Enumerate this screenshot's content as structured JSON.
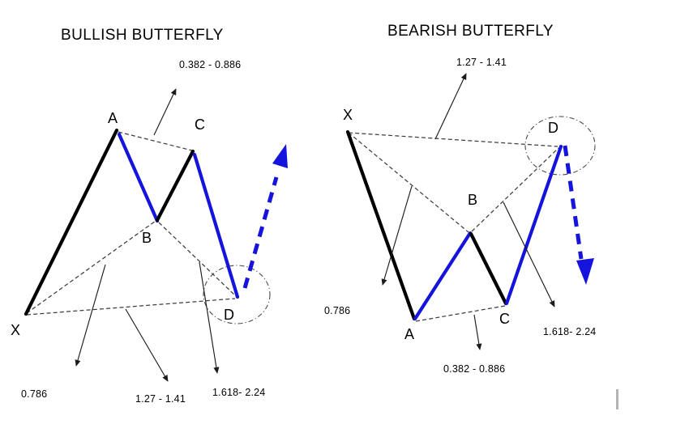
{
  "colors": {
    "accent-blue": "#1414dc",
    "line-black": "#000000",
    "dash-gray": "#3d3d3d",
    "arrow-black": "#1c1c1c",
    "ellipse-gray": "#4a4a4a",
    "cursor-gray": "#b3b3b3",
    "background": "#ffffff"
  },
  "diagrams": {
    "bullish": {
      "title": "BULLISH BUTTERFLY",
      "points": {
        "x": "X",
        "a": "A",
        "b": "B",
        "c": "C",
        "d": "D"
      },
      "ratios": {
        "ac": "0.382 - 0.886",
        "xb": "0.786",
        "xd": "1.27 - 1.41",
        "bd": "1.618- 2.24"
      },
      "trend_arrow": "up"
    },
    "bearish": {
      "title": "BEARISH BUTTERFLY",
      "points": {
        "x": "X",
        "a": "A",
        "b": "B",
        "c": "C",
        "d": "D"
      },
      "ratios": {
        "xd": "1.27 - 1.41",
        "xb": "0.786",
        "ac": "0.382 - 0.886",
        "bd": "1.618- 2.24"
      },
      "trend_arrow": "down"
    }
  }
}
